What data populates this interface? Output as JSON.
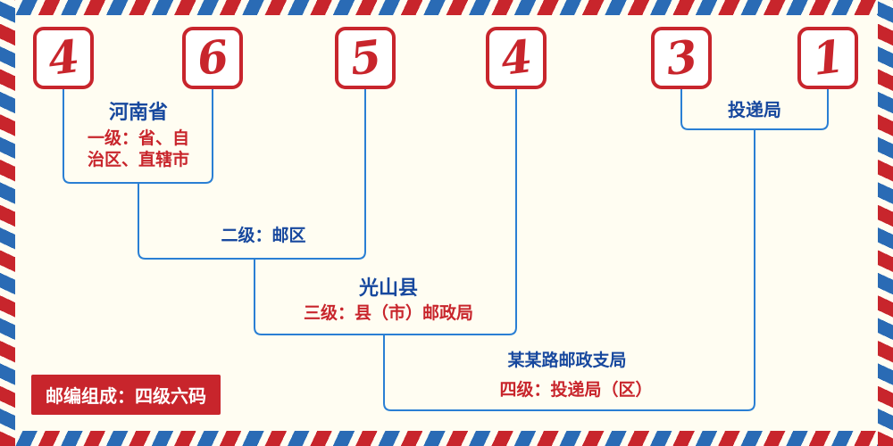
{
  "postal_code": {
    "digits": [
      "4",
      "6",
      "5",
      "4",
      "3",
      "1"
    ]
  },
  "levels": {
    "level1": {
      "region": "河南省",
      "description": "一级：省、自\n治区、直辖市"
    },
    "level2": {
      "description": "二级：邮区"
    },
    "level3": {
      "region": "光山县",
      "description": "三级：县（市）邮政局"
    },
    "level4": {
      "office": "投递局",
      "branch": "某某路邮政支局",
      "description": "四级：投递局（区）"
    }
  },
  "footer": {
    "badge": "邮编组成：四级六码"
  },
  "colors": {
    "red": "#c8252c",
    "line_blue": "#2a7fd4",
    "text_blue": "#17489e",
    "stripe_blue": "#2a6bb5",
    "background": "#fffdf2"
  }
}
